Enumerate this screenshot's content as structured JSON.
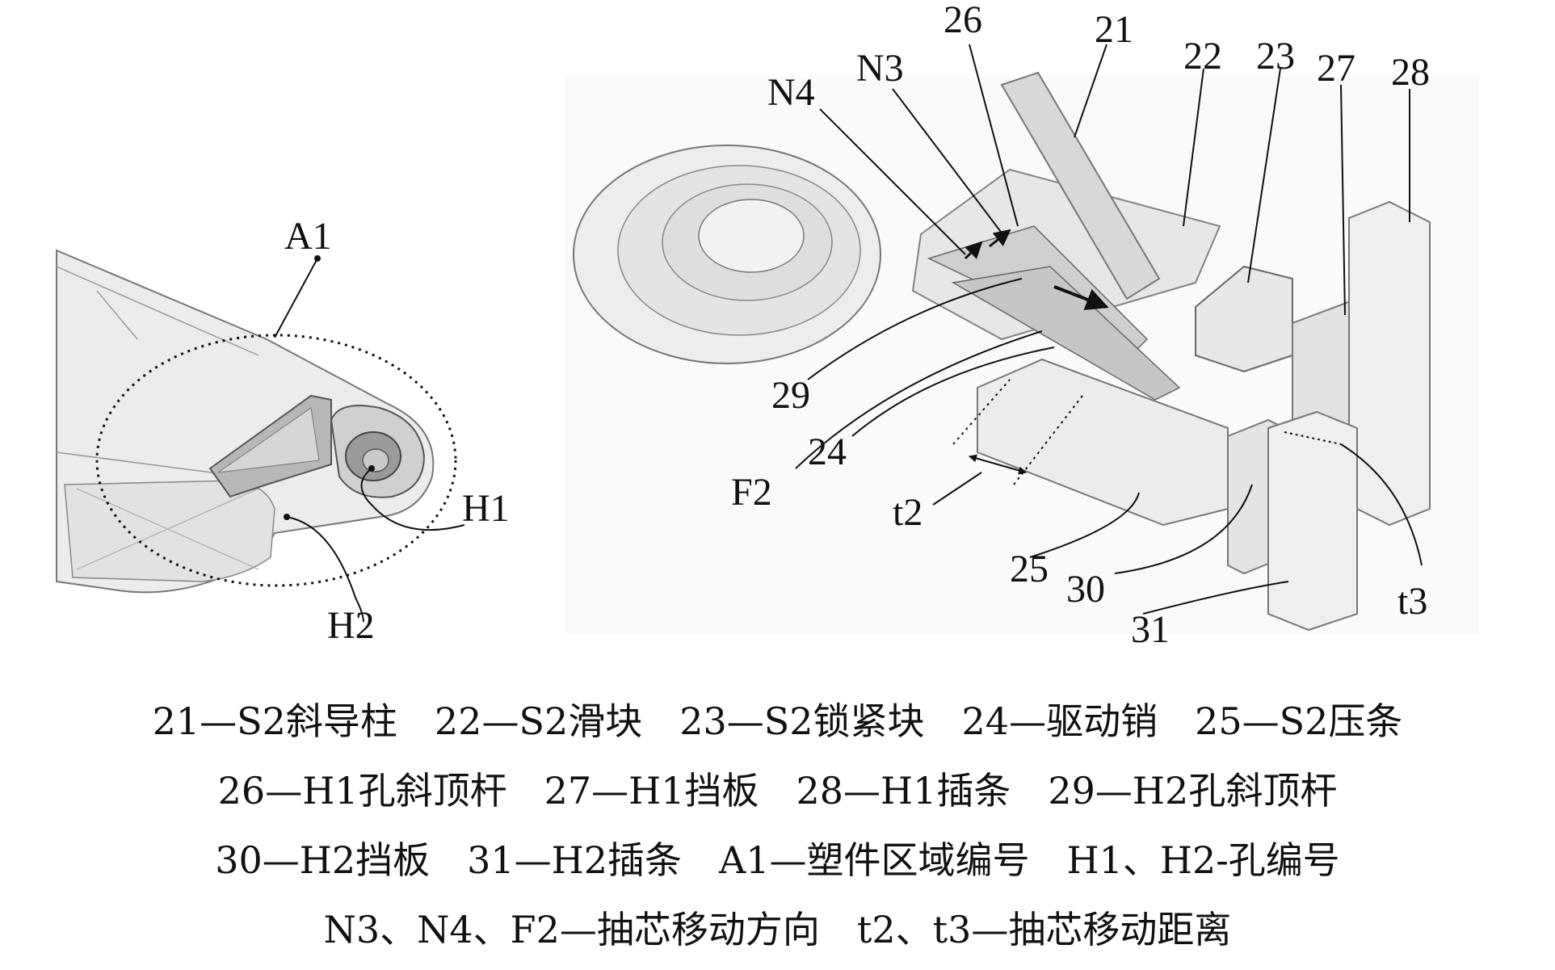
{
  "figure": {
    "left_labels": {
      "A1": "A1",
      "H1": "H1",
      "H2": "H2"
    },
    "right_labels": {
      "n26": "26",
      "n21": "21",
      "N4": "N4",
      "N3": "N3",
      "n22": "22",
      "n23": "23",
      "n27": "27",
      "n28": "28",
      "n29": "29",
      "F2": "F2",
      "n24": "24",
      "t2": "t2",
      "n25": "25",
      "n30": "30",
      "n31": "31",
      "t3": "t3"
    }
  },
  "caption": {
    "lines": [
      "21—S2斜导柱　22—S2滑块　23—S2锁紧块　24—驱动销　25—S2压条",
      "26—H1孔斜顶杆　27—H1挡板　28—H1插条　29—H2孔斜顶杆",
      "30—H2挡板　31—H2插条　A1—塑件区域编号　H1、H2-孔编号",
      "N3、N4、F2—抽芯移动方向　t2、t3—抽芯移动距离"
    ]
  },
  "colors": {
    "ink": "#111111",
    "part_fill": "#e9e9e9",
    "part_stroke": "#6a6a6a",
    "shade": "#bdbdbd",
    "background": "#ffffff"
  }
}
